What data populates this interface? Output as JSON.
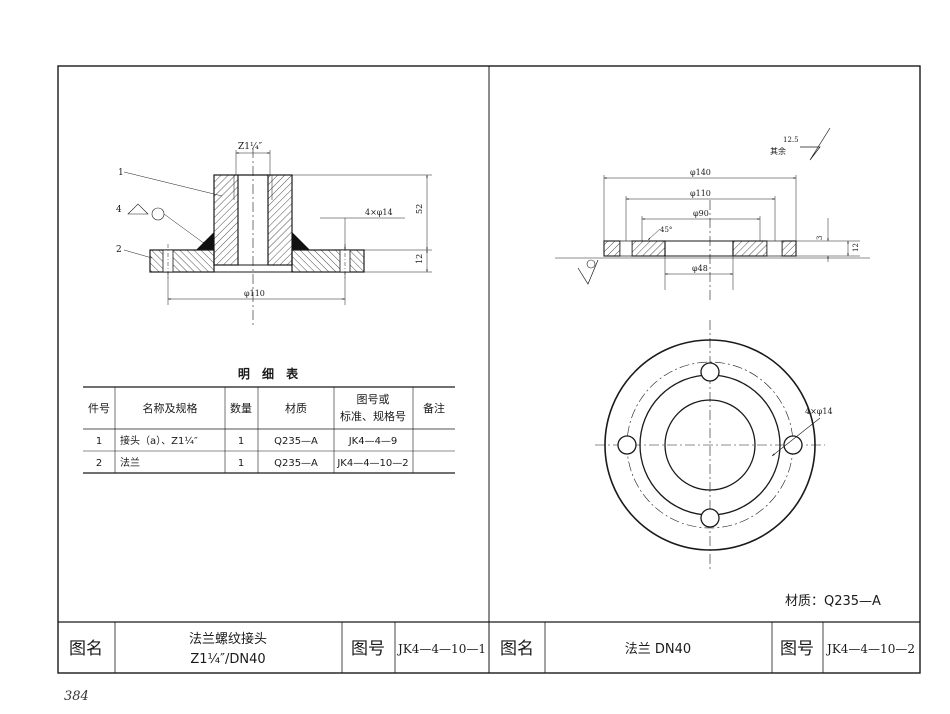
{
  "left_drawing": {
    "labels": {
      "thread": "Z1¼″",
      "holes": "4×φ14",
      "dia": "φ110",
      "h52": "52",
      "h12": "12",
      "part1": "1",
      "part2": "2",
      "part4": "4"
    }
  },
  "right_drawing": {
    "labels": {
      "roughness": "12.5",
      "others": "其余",
      "d140": "φ140",
      "d110": "φ110",
      "d90": "φ90",
      "d48": "φ48",
      "chamfer": "45°",
      "h3": "3",
      "h12": "12",
      "holes": "4×φ14"
    }
  },
  "bom": {
    "title": "明 细 表",
    "headers": [
      "件号",
      "名称及规格",
      "数量",
      "材质",
      "图号或",
      "标准、规格号",
      "备注"
    ],
    "rows": [
      {
        "no": "1",
        "name": "接头（a）、Z1¼″",
        "qty": "1",
        "mat": "Q235—A",
        "code": "JK4—4—9",
        "note": ""
      },
      {
        "no": "2",
        "name": "法兰",
        "qty": "1",
        "mat": "Q235—A",
        "code": "JK4—4—10—2",
        "note": ""
      }
    ]
  },
  "material_note": "材质：Q235—A",
  "title_block": {
    "left": {
      "name_label": "图名",
      "name_line1": "法兰螺纹接头",
      "name_line2": "Z1¼″/DN40",
      "code_label": "图号",
      "code": "JK4—4—10—1"
    },
    "right": {
      "name_label": "图名",
      "name": "法兰 DN40",
      "code_label": "图号",
      "code": "JK4—4—10—2"
    }
  },
  "page_number": "384"
}
